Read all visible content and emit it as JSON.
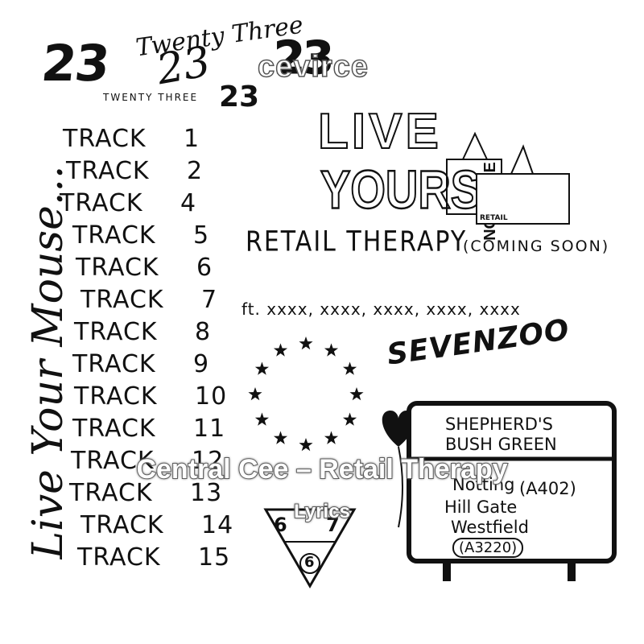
{
  "header": {
    "big_23": "23",
    "script_title": "Twenty Three",
    "script_23": "23",
    "small_caption": "TWENTY THREE",
    "small_23": "23",
    "logo_text": "cevirce"
  },
  "tracklist": {
    "tracks": [
      {
        "label": "TRACK",
        "num": "1"
      },
      {
        "label": "TRACK",
        "num": "2"
      },
      {
        "label": "TRACK",
        "num": "4"
      },
      {
        "label": "TRACK",
        "num": "5"
      },
      {
        "label": "TRACK",
        "num": "6"
      },
      {
        "label": "TRACK",
        "num": "7"
      },
      {
        "label": "TRACK",
        "num": "8"
      },
      {
        "label": "TRACK",
        "num": "9"
      },
      {
        "label": "TRACK",
        "num": "10"
      },
      {
        "label": "TRACK",
        "num": "11"
      },
      {
        "label": "TRACK",
        "num": "12"
      },
      {
        "label": "TRACK",
        "num": "13"
      },
      {
        "label": "TRACK",
        "num": "14"
      },
      {
        "label": "TRACK",
        "num": "15"
      }
    ],
    "vertical_script": "Live Your Mouse..."
  },
  "poster": {
    "live": "LIVE",
    "yours": "YOURS",
    "not_mine": "NOT MINE",
    "bag_label": "RETAIL",
    "retail_therapy": "RETAIL THERAPY",
    "coming_soon": "(COMING SOON)",
    "features": "ft. xxxx, xxxx, xxxx, xxxx, xxxx",
    "sevenzoo": "SEVENZOO"
  },
  "sign": {
    "line1": "SHEPHERD'S",
    "line2": "BUSH GREEN",
    "line3a": "Notting",
    "line3b": "(A402)",
    "line4": "Hill Gate",
    "line5": "Westfield",
    "line6": "(A3220)"
  },
  "triangle": {
    "n1": "6",
    "n2": "7",
    "n3": "6"
  },
  "watermark": {
    "title": "Central Cee – Retail Therapy",
    "subtitle": "Lyrics"
  },
  "colors": {
    "ink": "#111111",
    "background": "#ffffff"
  }
}
